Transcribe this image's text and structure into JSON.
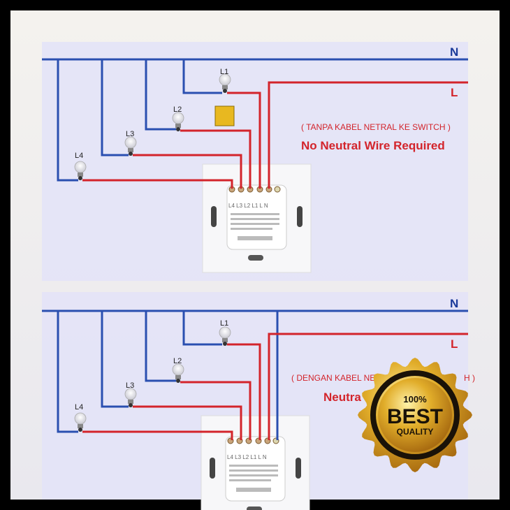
{
  "top_diagram": {
    "neutral_label": "N",
    "live_label": "L",
    "lamps": [
      "L1",
      "L2",
      "L3",
      "L4"
    ],
    "note": "( TANPA KABEL NETRAL KE SWITCH )",
    "headline": "No Neutral Wire Required",
    "terminal_labels": "L4 L3 L2 L1  L   N"
  },
  "bottom_diagram": {
    "neutral_label": "N",
    "live_label": "L",
    "lamps": [
      "L1",
      "L2",
      "L3",
      "L4"
    ],
    "note": "( DENGAN KABEL NE",
    "note_end": "H )",
    "headline": "Neutra",
    "terminal_labels": "L4 L3 L2 L1  L   N"
  },
  "badge": {
    "top": "100%",
    "main": "BEST",
    "bottom": "QUALITY"
  },
  "colors": {
    "neutral": "#2a4fb0",
    "live": "#d3242b",
    "panel": "#e6e6f8",
    "text_red": "#d3242b",
    "gold": "#d9a21e"
  }
}
